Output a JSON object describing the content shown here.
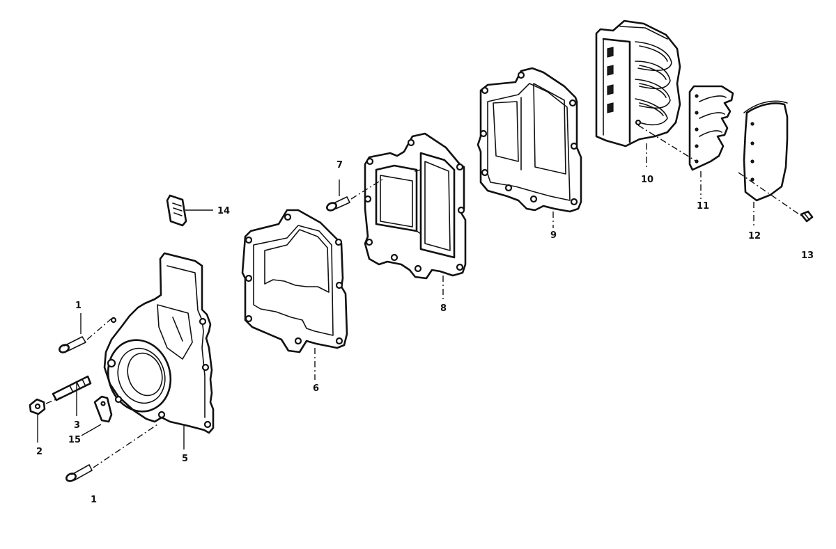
{
  "callouts": {
    "c1_top": "1",
    "c1_bottom": "1",
    "c2": "2",
    "c3": "3",
    "c5": "5",
    "c6": "6",
    "c7": "7",
    "c8": "8",
    "c9": "9",
    "c10": "10",
    "c11": "11",
    "c12": "12",
    "c13": "13",
    "c14": "14",
    "c15": "15"
  }
}
